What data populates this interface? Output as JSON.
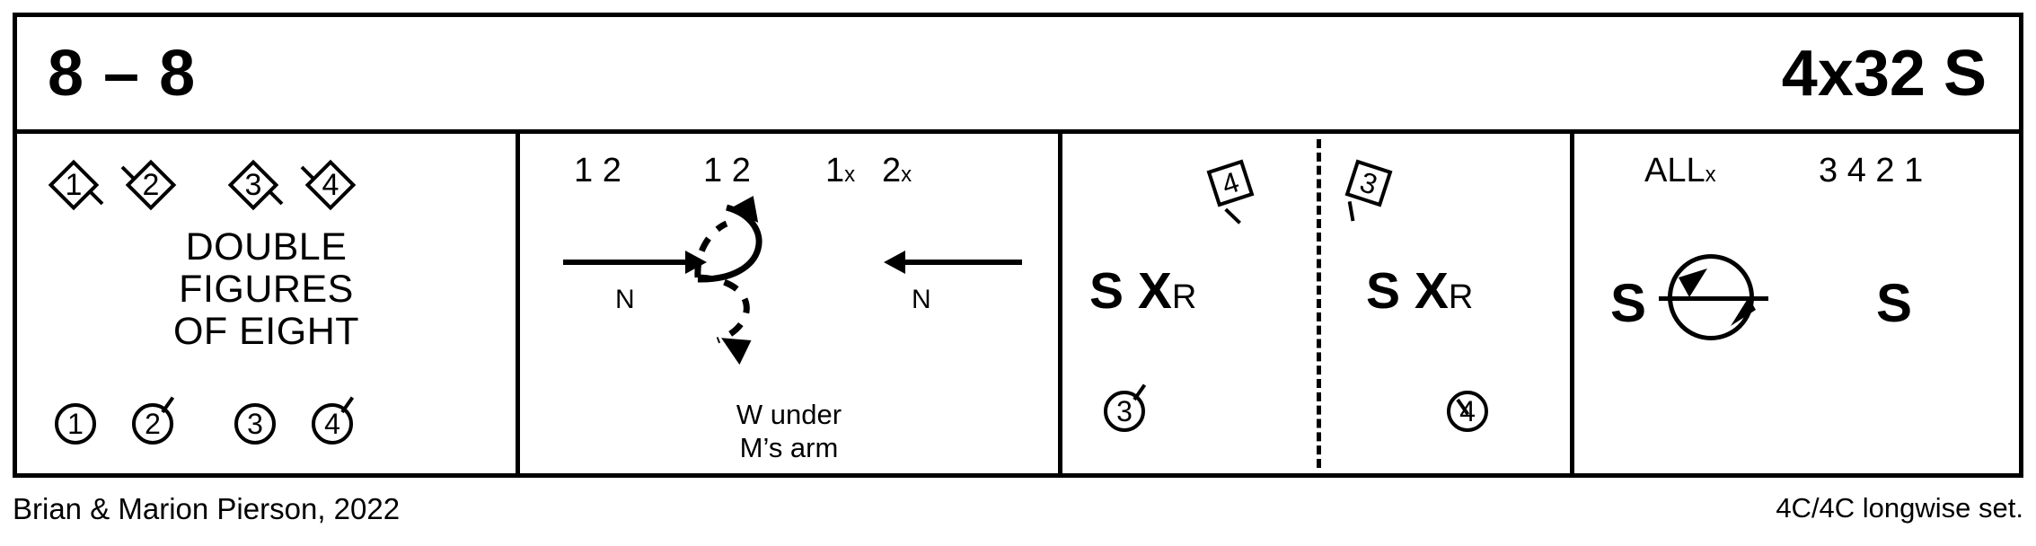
{
  "header": {
    "bars": "8 – 8",
    "meter": "4x32 S"
  },
  "panels": [
    {
      "name": "double-figures-of-eight",
      "top_dancers": [
        {
          "label": "1",
          "shape": "diamond",
          "tail": "bottom-right"
        },
        {
          "label": "2",
          "shape": "diamond",
          "tail": "top-left"
        },
        {
          "label": "3",
          "shape": "diamond",
          "tail": "bottom-right"
        },
        {
          "label": "4",
          "shape": "diamond",
          "tail": "top-left"
        }
      ],
      "figure_lines": [
        "DOUBLE",
        "FIGURES",
        "OF EIGHT"
      ],
      "bottom_dancers": [
        {
          "label": "1",
          "shape": "circle",
          "tail": "none"
        },
        {
          "label": "2",
          "shape": "circle",
          "tail": "top-right"
        },
        {
          "label": "3",
          "shape": "circle",
          "tail": "none"
        },
        {
          "label": "4",
          "shape": "circle",
          "tail": "top-right"
        }
      ]
    },
    {
      "name": "pass-under-arm",
      "top_labels": [
        {
          "text": "1 2"
        },
        {
          "text": "1 2"
        },
        {
          "text": "1",
          "sub": "x"
        },
        {
          "text": "2",
          "sub": "x"
        }
      ],
      "top_left_pair": "1 2",
      "top_mid_pair": "1 2",
      "top_right_first": "1",
      "top_right_first_sub": "x",
      "top_right_second": "2",
      "top_right_second_sub": "x",
      "left_arrow_label": "N",
      "right_arrow_label": "N",
      "caption_line1": "W under",
      "caption_line2": "M’s arm"
    },
    {
      "name": "set-and-cross-right",
      "left_half": {
        "top_dancer": "4",
        "move": "S X",
        "move_sub": "R",
        "bottom_dancer": "3"
      },
      "right_half": {
        "top_dancer": "3",
        "move": "S X",
        "move_sub": "R",
        "bottom_dancer": "4"
      }
    },
    {
      "name": "all-set-turn-set",
      "all_label": "ALL",
      "all_sub": "x",
      "order": "3 4 2 1",
      "set_left": "S",
      "set_right": "S"
    }
  ],
  "footer": {
    "devisor": "Brian & Marion Pierson, 2022",
    "formation": "4C/4C longwise set."
  }
}
